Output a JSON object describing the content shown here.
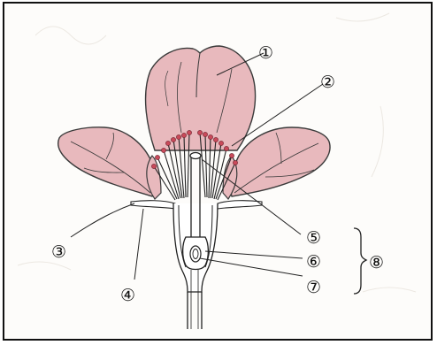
{
  "figure": {
    "labels": [
      {
        "id": "label-1",
        "text": "①"
      },
      {
        "id": "label-2",
        "text": "②"
      },
      {
        "id": "label-3",
        "text": "③"
      },
      {
        "id": "label-4",
        "text": "④"
      },
      {
        "id": "label-5",
        "text": "⑤"
      },
      {
        "id": "label-6",
        "text": "⑥"
      },
      {
        "id": "label-7",
        "text": "⑦"
      },
      {
        "id": "label-8",
        "text": "⑧"
      }
    ],
    "colors": {
      "petal": "#e8b9bd",
      "petal_stroke": "#3a3a3a",
      "line": "#222222",
      "stamen_head": "#c94a5a",
      "background": "#fdfcfa"
    }
  }
}
